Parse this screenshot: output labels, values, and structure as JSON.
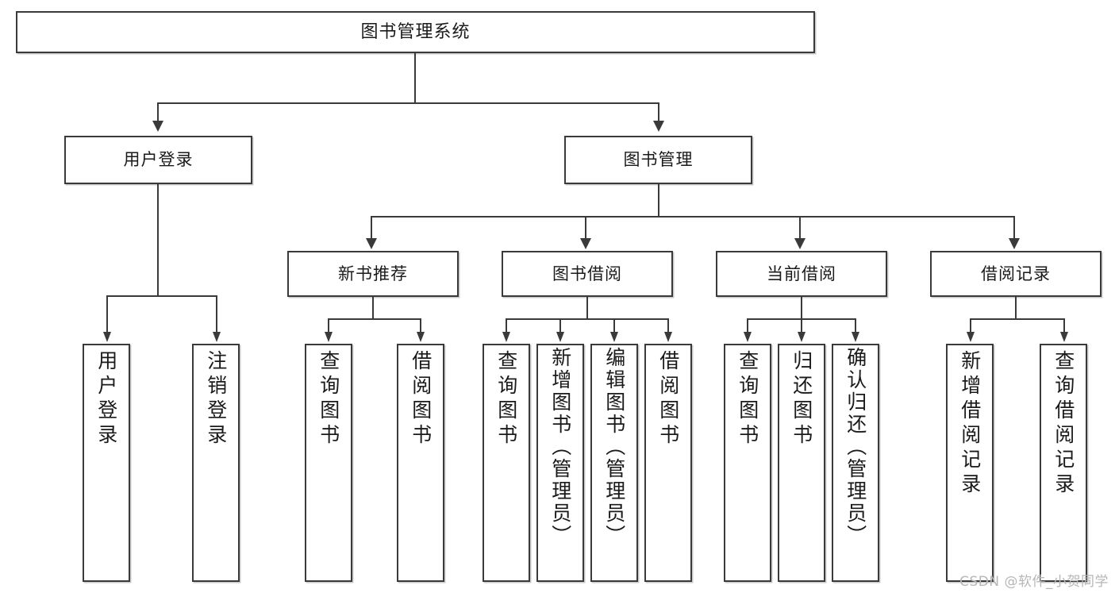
{
  "diagram": {
    "title": "图书管理系统",
    "type": "tree-hierarchy-diagram",
    "root": {
      "label": "图书管理系统"
    },
    "level2": [
      {
        "label": "用户登录"
      },
      {
        "label": "图书管理"
      }
    ],
    "level3": [
      {
        "label": "新书推荐"
      },
      {
        "label": "图书借阅"
      },
      {
        "label": "当前借阅"
      },
      {
        "label": "借阅记录"
      }
    ],
    "leaves": {
      "user_login": [
        {
          "label": "用户登录"
        },
        {
          "label": "注销登录"
        }
      ],
      "new_book_recommend": [
        {
          "label": "查询图书"
        },
        {
          "label": "借阅图书"
        }
      ],
      "book_borrow": [
        {
          "label": "查询图书"
        },
        {
          "label": "新增图书（管理员）"
        },
        {
          "label": "编辑图书（管理员）"
        },
        {
          "label": "借阅图书"
        }
      ],
      "current_borrow": [
        {
          "label": "查询图书"
        },
        {
          "label": "归还图书"
        },
        {
          "label": "确认归还（管理员）"
        }
      ],
      "borrow_record": [
        {
          "label": "新增借阅记录"
        },
        {
          "label": "查询借阅记录"
        }
      ]
    }
  },
  "watermark": {
    "text": "CSDN @软件_小贺同学"
  },
  "colors": {
    "stroke": "#3a3a3a",
    "background": "#ffffff",
    "text": "#1a1a1a",
    "watermark": "#b6b6b6"
  }
}
